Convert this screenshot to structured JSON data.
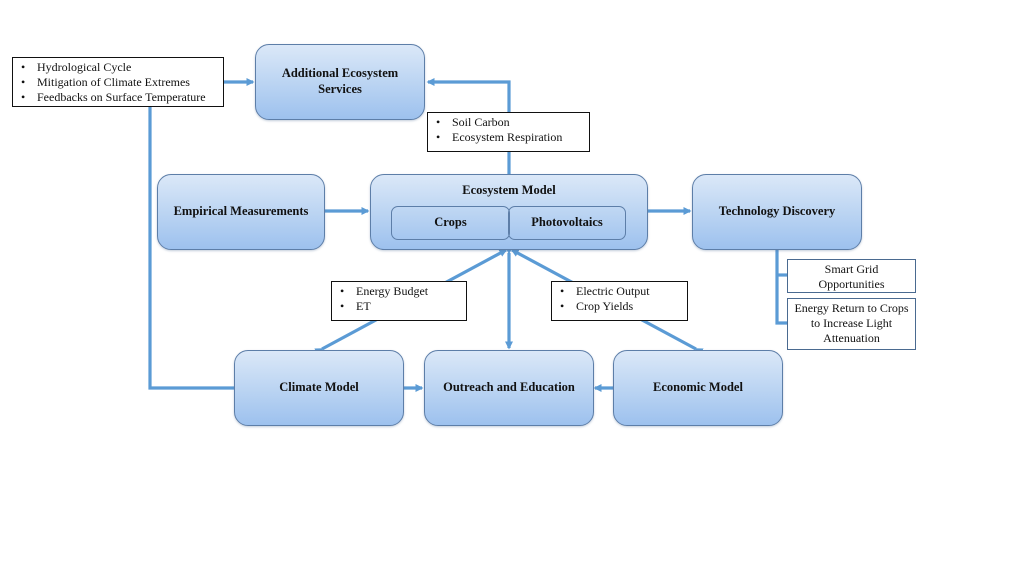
{
  "diagram": {
    "nodes": {
      "additional_services": "Additional Ecosystem Services",
      "empirical": "Empirical Measurements",
      "ecosystem_model": "Ecosystem Model",
      "crops": "Crops",
      "photovoltaics": "Photovoltaics",
      "technology": "Technology Discovery",
      "climate": "Climate Model",
      "outreach": "Outreach and Education",
      "economic": "Economic Model"
    },
    "notes": {
      "services_inputs": [
        "Hydrological Cycle",
        "Mitigation of Climate Extremes",
        "Feedbacks on Surface Temperature"
      ],
      "soil": [
        "Soil Carbon",
        "Ecosystem Respiration"
      ],
      "energy": [
        "Energy Budget",
        "ET"
      ],
      "electric": [
        "Electric Output",
        "Crop Yields"
      ],
      "smart_grid": "Smart Grid Opportunities",
      "energy_return": "Energy Return to Crops to Increase Light Attenuation"
    },
    "bullet": "•",
    "colors": {
      "arrow": "#5b9bd5",
      "node_border": "#5d7ea8",
      "node_fill_top": "#dbe8f8",
      "node_fill_bottom": "#9dc1ee"
    }
  }
}
